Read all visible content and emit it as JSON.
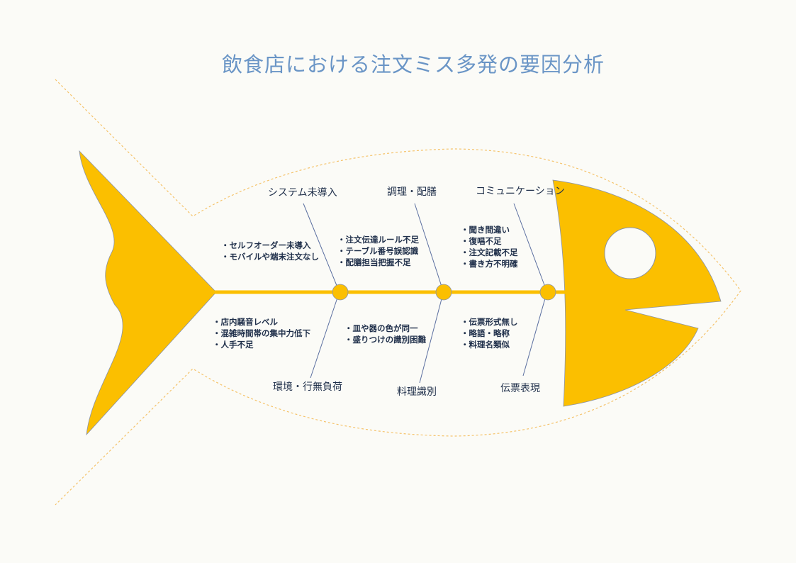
{
  "title": "飲食店における注文ミス多発の要因分析",
  "colors": {
    "fish": "#fbbf00",
    "bone_line": "#5b6fa0",
    "outline": "#f5c36b",
    "title": "#6a95c6",
    "text": "#1f2f4a"
  },
  "categories": {
    "top_left": {
      "label": "システム未導入",
      "items": [
        "セルフオーダー未導入",
        "モバイルや端末注文なし"
      ]
    },
    "top_middle": {
      "label": "調理・配膳",
      "items": [
        "注文伝達ルール不足",
        "テーブル番号誤認識",
        "配膳担当把握不足"
      ]
    },
    "top_right": {
      "label": "コミュニケーション",
      "items": [
        "聞き間違い",
        "復唱不足",
        "注文記載不足",
        "書き方不明確"
      ]
    },
    "bottom_left": {
      "label": "環境・行無負荷",
      "items": [
        "店内騒音レベル",
        "混雑時間帯の集中力低下",
        "人手不足"
      ]
    },
    "bottom_middle": {
      "label": "料理識別",
      "items": [
        "皿や器の色が同一",
        "盛りつけの識別困難"
      ]
    },
    "bottom_right": {
      "label": "伝票表現",
      "items": [
        "伝票形式無し",
        "略語・略称",
        "料理名類似"
      ]
    }
  }
}
